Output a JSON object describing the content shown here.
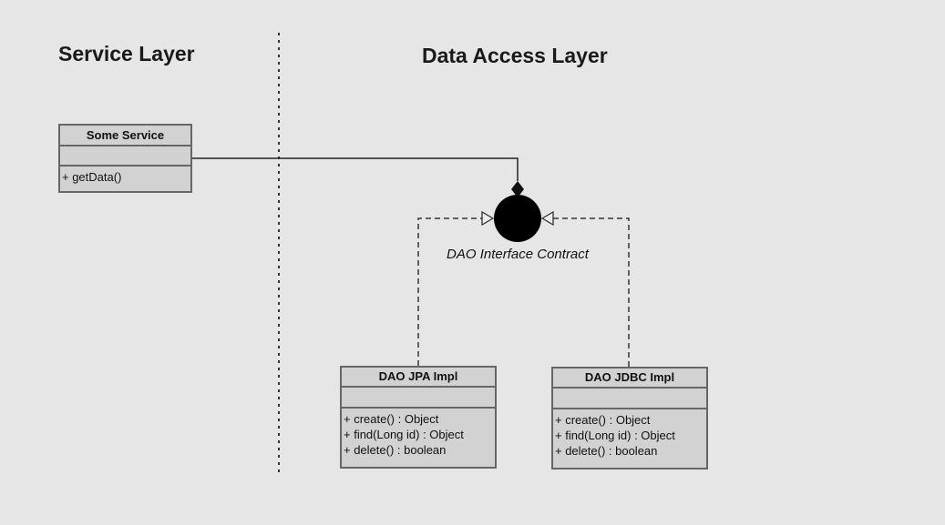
{
  "diagram": {
    "layers": {
      "service": "Service Layer",
      "data_access": "Data Access Layer"
    },
    "nodes": {
      "service": {
        "name": "Some Service",
        "operations": [
          "+ getData()"
        ]
      },
      "interface": {
        "label": "DAO Interface Contract"
      },
      "jpa": {
        "name": "DAO JPA Impl",
        "operations": [
          "+ create() : Object",
          "+ find(Long id) : Object",
          "+ delete() : boolean"
        ]
      },
      "jdbc": {
        "name": "DAO JDBC Impl",
        "operations": [
          "+ create() : Object",
          "+ find(Long id) : Object",
          "+ delete() : boolean"
        ]
      }
    },
    "edges": [
      {
        "from": "service",
        "to": "interface",
        "kind": "composition"
      },
      {
        "from": "jpa",
        "to": "interface",
        "kind": "realization"
      },
      {
        "from": "jdbc",
        "to": "interface",
        "kind": "realization"
      }
    ],
    "colors": {
      "background": "#e6e6e6",
      "box_fill": "#d2d2d2",
      "box_border": "#666666",
      "line": "#222222",
      "interface_fill": "#000000"
    }
  }
}
